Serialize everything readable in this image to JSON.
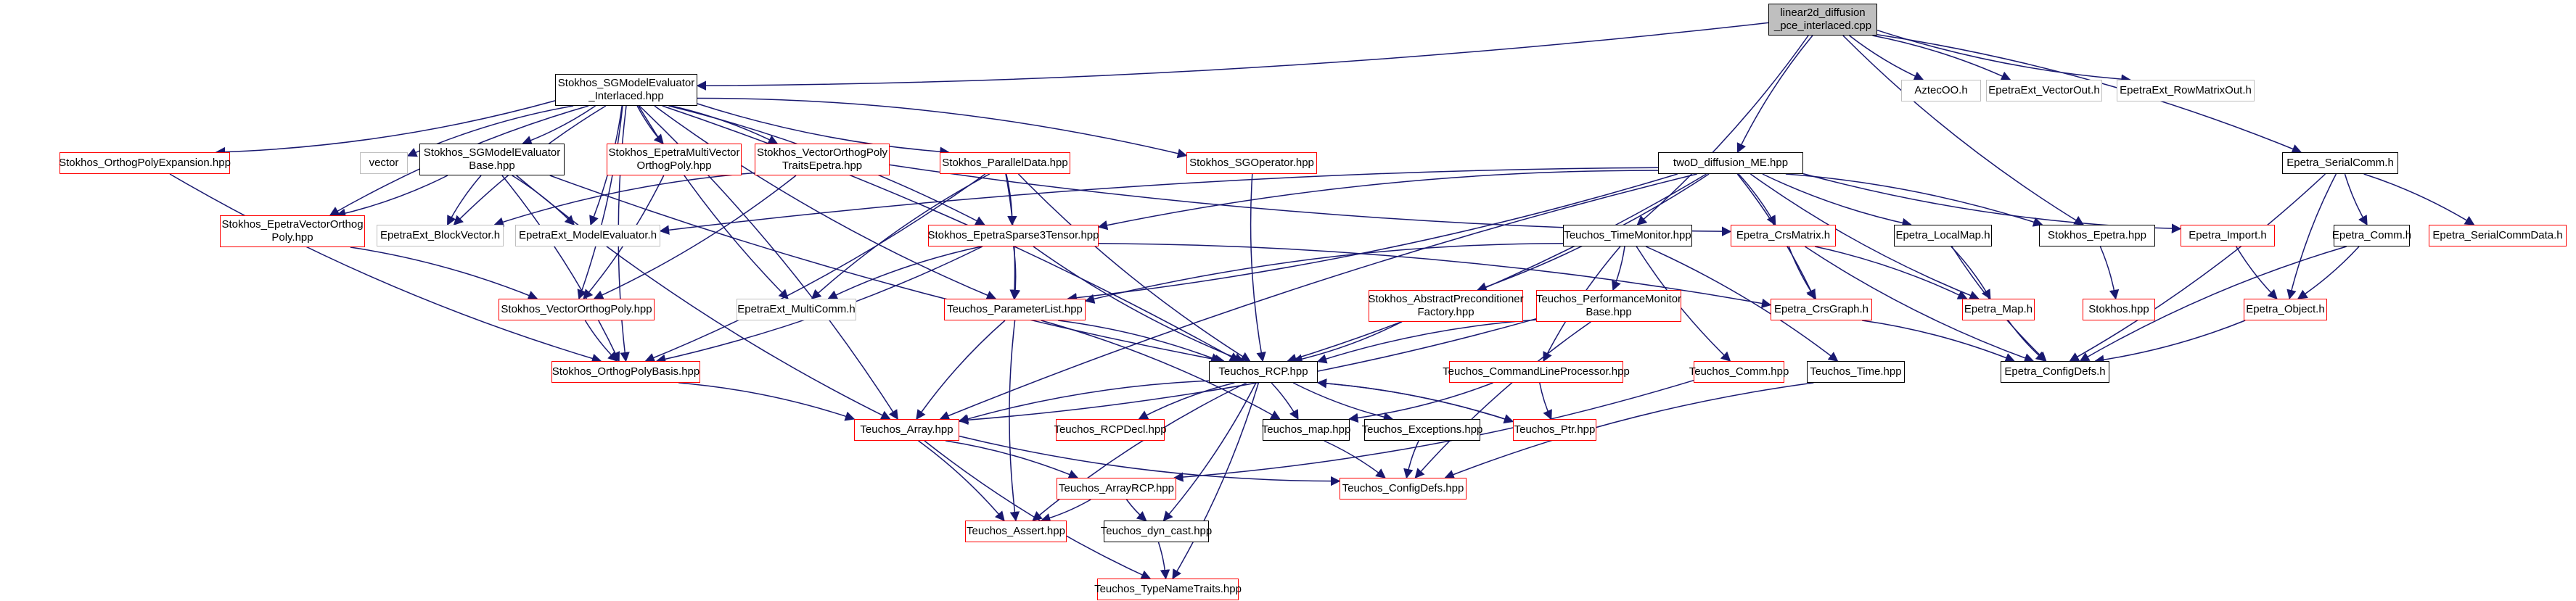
{
  "nodes": [
    {
      "id": "root",
      "label": "linear2d_diffusion\n_pce_interlaced.cpp",
      "style": "root"
    },
    {
      "id": "sgme",
      "label": "Stokhos_SGModelEvaluator\n_Interlaced.hpp",
      "style": "black"
    },
    {
      "id": "aztec",
      "label": "AztecOO.h",
      "style": "grey"
    },
    {
      "id": "vecout",
      "label": "EpetraExt_VectorOut.h",
      "style": "grey"
    },
    {
      "id": "rowmat",
      "label": "EpetraExt_RowMatrixOut.h",
      "style": "grey"
    },
    {
      "id": "serialcomm",
      "label": "Epetra_SerialComm.h",
      "style": "black"
    },
    {
      "id": "orthoexp",
      "label": "Stokhos_OrthogPolyExpansion.hpp",
      "style": "red"
    },
    {
      "id": "vector",
      "label": "vector",
      "style": "grey"
    },
    {
      "id": "sgmebase",
      "label": "Stokhos_SGModelEvaluator\nBase.hpp",
      "style": "black"
    },
    {
      "id": "multivec",
      "label": "Stokhos_EpetraMultiVector\nOrthogPoly.hpp",
      "style": "red"
    },
    {
      "id": "vectraits",
      "label": "Stokhos_VectorOrthogPoly\nTraitsEpetra.hpp",
      "style": "red"
    },
    {
      "id": "parallel",
      "label": "Stokhos_ParallelData.hpp",
      "style": "red"
    },
    {
      "id": "sgop",
      "label": "Stokhos_SGOperator.hpp",
      "style": "red"
    },
    {
      "id": "twod",
      "label": "twoD_diffusion_ME.hpp",
      "style": "black"
    },
    {
      "id": "epvec",
      "label": "Stokhos_EpetraVectorOrthog\nPoly.hpp",
      "style": "red"
    },
    {
      "id": "blockvec",
      "label": "EpetraExt_BlockVector.h",
      "style": "grey"
    },
    {
      "id": "modeleval",
      "label": "EpetraExt_ModelEvaluator.h",
      "style": "grey"
    },
    {
      "id": "sparse3",
      "label": "Stokhos_EpetraSparse3Tensor.hpp",
      "style": "red"
    },
    {
      "id": "crsmat",
      "label": "Epetra_CrsMatrix.h",
      "style": "red"
    },
    {
      "id": "localmap",
      "label": "Epetra_LocalMap.h",
      "style": "black"
    },
    {
      "id": "stokepetra",
      "label": "Stokhos_Epetra.hpp",
      "style": "black"
    },
    {
      "id": "import",
      "label": "Epetra_Import.h",
      "style": "red"
    },
    {
      "id": "comm",
      "label": "Epetra_Comm.h",
      "style": "black"
    },
    {
      "id": "serialdata",
      "label": "Epetra_SerialCommData.h",
      "style": "red"
    },
    {
      "id": "timemon",
      "label": "Teuchos_TimeMonitor.hpp",
      "style": "black"
    },
    {
      "id": "vop",
      "label": "Stokhos_VectorOrthogPoly.hpp",
      "style": "red"
    },
    {
      "id": "multicomm",
      "label": "EpetraExt_MultiComm.h",
      "style": "grey"
    },
    {
      "id": "plist",
      "label": "Teuchos_ParameterList.hpp",
      "style": "red"
    },
    {
      "id": "absprec",
      "label": "Stokhos_AbstractPreconditioner\nFactory.hpp",
      "style": "red"
    },
    {
      "id": "perfmon",
      "label": "Teuchos_PerformanceMonitor\nBase.hpp",
      "style": "red"
    },
    {
      "id": "crsgraph",
      "label": "Epetra_CrsGraph.h",
      "style": "red"
    },
    {
      "id": "map",
      "label": "Epetra_Map.h",
      "style": "red"
    },
    {
      "id": "stokhos",
      "label": "Stokhos.hpp",
      "style": "red"
    },
    {
      "id": "object",
      "label": "Epetra_Object.h",
      "style": "red"
    },
    {
      "id": "opb",
      "label": "Stokhos_OrthogPolyBasis.hpp",
      "style": "red"
    },
    {
      "id": "rcp",
      "label": "Teuchos_RCP.hpp",
      "style": "black"
    },
    {
      "id": "cmdline",
      "label": "Teuchos_CommandLineProcessor.hpp",
      "style": "red"
    },
    {
      "id": "tcomm",
      "label": "Teuchos_Comm.hpp",
      "style": "red"
    },
    {
      "id": "time",
      "label": "Teuchos_Time.hpp",
      "style": "black"
    },
    {
      "id": "configdefs",
      "label": "Epetra_ConfigDefs.h",
      "style": "black"
    },
    {
      "id": "array",
      "label": "Teuchos_Array.hpp",
      "style": "red"
    },
    {
      "id": "rcpdecl",
      "label": "Teuchos_RCPDecl.hpp",
      "style": "red"
    },
    {
      "id": "tmap",
      "label": "Teuchos_map.hpp",
      "style": "black"
    },
    {
      "id": "exc",
      "label": "Teuchos_Exceptions.hpp",
      "style": "black"
    },
    {
      "id": "ptr",
      "label": "Teuchos_Ptr.hpp",
      "style": "red"
    },
    {
      "id": "arcp",
      "label": "Teuchos_ArrayRCP.hpp",
      "style": "red"
    },
    {
      "id": "tconfig",
      "label": "Teuchos_ConfigDefs.hpp",
      "style": "red"
    },
    {
      "id": "assert",
      "label": "Teuchos_Assert.hpp",
      "style": "red"
    },
    {
      "id": "dyncast",
      "label": "Teuchos_dyn_cast.hpp",
      "style": "black"
    },
    {
      "id": "typename",
      "label": "Teuchos_TypeNameTraits.hpp",
      "style": "red"
    }
  ],
  "edges": [
    [
      "root",
      "sgme"
    ],
    [
      "root",
      "aztec"
    ],
    [
      "root",
      "vecout"
    ],
    [
      "root",
      "rowmat"
    ],
    [
      "root",
      "serialcomm"
    ],
    [
      "root",
      "twod"
    ],
    [
      "root",
      "timemon"
    ],
    [
      "root",
      "stokepetra"
    ],
    [
      "sgme",
      "orthoexp"
    ],
    [
      "sgme",
      "vector"
    ],
    [
      "sgme",
      "sgmebase"
    ],
    [
      "sgme",
      "multivec"
    ],
    [
      "sgme",
      "vectraits"
    ],
    [
      "sgme",
      "parallel"
    ],
    [
      "sgme",
      "sgop"
    ],
    [
      "sgme",
      "blockvec"
    ],
    [
      "sgme",
      "modeleval"
    ],
    [
      "sgme",
      "multicomm"
    ],
    [
      "sgme",
      "sparse3"
    ],
    [
      "sgme",
      "plist"
    ],
    [
      "sgme",
      "rcp"
    ],
    [
      "sgme",
      "opb"
    ],
    [
      "sgme",
      "array"
    ],
    [
      "sgme",
      "epvec"
    ],
    [
      "sgme",
      "vop"
    ],
    [
      "orthoexp",
      "opb"
    ],
    [
      "sgmebase",
      "epvec"
    ],
    [
      "sgmebase",
      "blockvec"
    ],
    [
      "sgmebase",
      "modeleval"
    ],
    [
      "sgmebase",
      "rcp"
    ],
    [
      "sgmebase",
      "opb"
    ],
    [
      "sgmebase",
      "array"
    ],
    [
      "multivec",
      "vop"
    ],
    [
      "vectraits",
      "blockvec"
    ],
    [
      "vectraits",
      "vop"
    ],
    [
      "vectraits",
      "crsmat"
    ],
    [
      "parallel",
      "sparse3"
    ],
    [
      "parallel",
      "multicomm"
    ],
    [
      "parallel",
      "plist"
    ],
    [
      "parallel",
      "rcp"
    ],
    [
      "parallel",
      "opb"
    ],
    [
      "sgop",
      "rcp"
    ],
    [
      "epvec",
      "vop"
    ],
    [
      "vop",
      "opb"
    ],
    [
      "sparse3",
      "plist"
    ],
    [
      "sparse3",
      "rcp"
    ],
    [
      "sparse3",
      "crsgraph"
    ],
    [
      "sparse3",
      "multicomm"
    ],
    [
      "sparse3",
      "opb"
    ],
    [
      "twod",
      "modeleval"
    ],
    [
      "twod",
      "crsmat"
    ],
    [
      "twod",
      "localmap"
    ],
    [
      "twod",
      "stokepetra"
    ],
    [
      "twod",
      "import"
    ],
    [
      "twod",
      "absprec"
    ],
    [
      "twod",
      "sparse3"
    ],
    [
      "twod",
      "plist"
    ],
    [
      "twod",
      "array"
    ],
    [
      "twod",
      "crsgraph"
    ],
    [
      "twod",
      "map"
    ],
    [
      "twod",
      "rcp"
    ],
    [
      "serialcomm",
      "comm"
    ],
    [
      "serialcomm",
      "serialdata"
    ],
    [
      "serialcomm",
      "object"
    ],
    [
      "serialcomm",
      "configdefs"
    ],
    [
      "crsmat",
      "crsgraph"
    ],
    [
      "crsmat",
      "map"
    ],
    [
      "crsmat",
      "configdefs"
    ],
    [
      "localmap",
      "map"
    ],
    [
      "localmap",
      "configdefs"
    ],
    [
      "stokepetra",
      "stokhos"
    ],
    [
      "import",
      "object"
    ],
    [
      "comm",
      "object"
    ],
    [
      "comm",
      "configdefs"
    ],
    [
      "crsgraph",
      "configdefs"
    ],
    [
      "map",
      "configdefs"
    ],
    [
      "object",
      "configdefs"
    ],
    [
      "timemon",
      "plist"
    ],
    [
      "timemon",
      "perfmon"
    ],
    [
      "timemon",
      "tcomm"
    ],
    [
      "timemon",
      "time"
    ],
    [
      "timemon",
      "cmdline"
    ],
    [
      "absprec",
      "rcp"
    ],
    [
      "perfmon",
      "rcp"
    ],
    [
      "perfmon",
      "array"
    ],
    [
      "perfmon",
      "tconfig"
    ],
    [
      "cmdline",
      "tmap"
    ],
    [
      "cmdline",
      "ptr"
    ],
    [
      "tcomm",
      "arcp"
    ],
    [
      "time",
      "tconfig"
    ],
    [
      "plist",
      "rcp"
    ],
    [
      "plist",
      "array"
    ],
    [
      "plist",
      "tmap"
    ],
    [
      "plist",
      "assert"
    ],
    [
      "opb",
      "array"
    ],
    [
      "rcp",
      "rcpdecl"
    ],
    [
      "rcp",
      "tmap"
    ],
    [
      "rcp",
      "exc"
    ],
    [
      "rcp",
      "ptr"
    ],
    [
      "rcp",
      "array"
    ],
    [
      "rcp",
      "dyncast"
    ],
    [
      "rcp",
      "assert"
    ],
    [
      "rcp",
      "typename"
    ],
    [
      "ptr",
      "rcp"
    ],
    [
      "array",
      "arcp"
    ],
    [
      "array",
      "tconfig"
    ],
    [
      "array",
      "assert"
    ],
    [
      "array",
      "typename"
    ],
    [
      "tmap",
      "tconfig"
    ],
    [
      "exc",
      "tconfig"
    ],
    [
      "arcp",
      "assert"
    ],
    [
      "arcp",
      "dyncast"
    ],
    [
      "dyncast",
      "typename"
    ]
  ],
  "colors": {
    "edge": "#191970",
    "root_fill": "#bfbfbf",
    "red_border": "#ff0000",
    "grey_border": "#bfbfbf",
    "black_border": "#000000"
  }
}
